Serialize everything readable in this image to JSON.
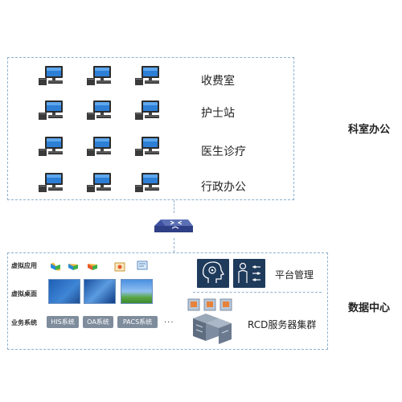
{
  "office_section": {
    "title": "科室办公",
    "rows": [
      {
        "label": "收费室"
      },
      {
        "label": "护士站"
      },
      {
        "label": "医生诊疗"
      },
      {
        "label": "行政办公"
      }
    ]
  },
  "datacenter_section": {
    "title": "数据中心",
    "virtual_apps_label": "虚拟应用",
    "virtual_desktop_label": "虚拟桌面",
    "business_systems_label": "业务系统",
    "business_systems": [
      "HIS系统",
      "OA系统",
      "PACS系统"
    ],
    "more_indicator": "...",
    "platform_management_label": "平台管理",
    "server_cluster_label": "RCD服务器集群"
  },
  "icons": {
    "terminal": "desktop-computer-icon",
    "switch": "network-switch-icon",
    "platform_management": [
      "head-gear-icon",
      "person-settings-icon"
    ],
    "server_cluster": "server-stack-icon"
  },
  "colors": {
    "dashed_border": "#8fb0cf",
    "system_button": "#7e8c9c",
    "platform_icon_bg": "#1f3b5c"
  }
}
